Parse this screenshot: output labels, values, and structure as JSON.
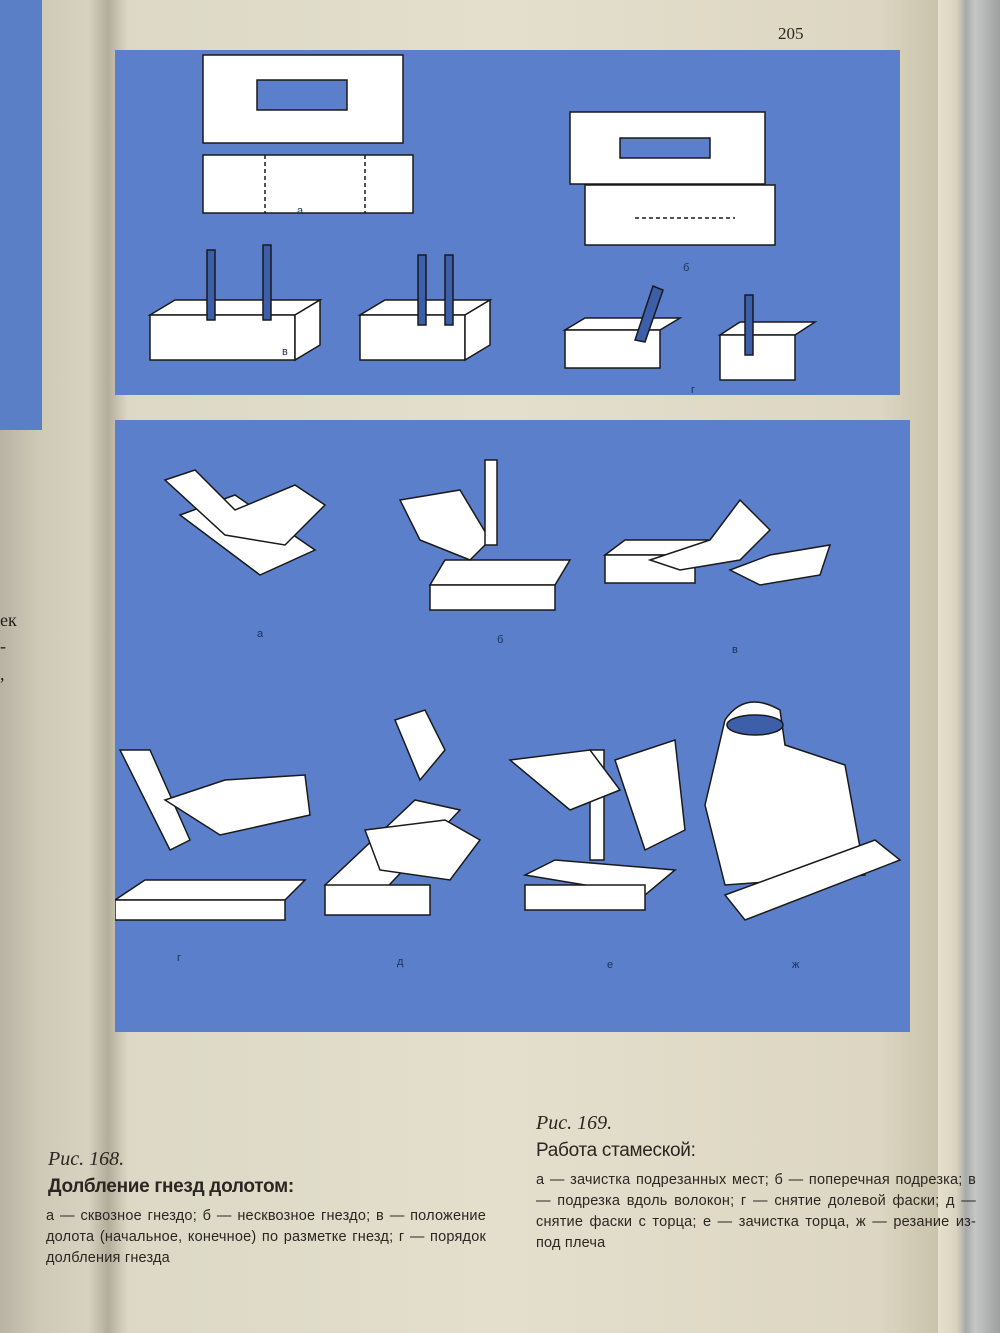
{
  "page_number": "205",
  "left_page_fragments": [
    "ек",
    "-",
    ","
  ],
  "figure_top": {
    "labels": [
      "а",
      "б",
      "в",
      "г"
    ]
  },
  "figure_bottom": {
    "labels": [
      "а",
      "б",
      "в",
      "г",
      "д",
      "е",
      "ж"
    ]
  },
  "caption_168": {
    "number": "Рис. 168.",
    "title": "Долбление гнезд долотом:",
    "text": "а — сквозное гнездо; б — несквозное гнездо; в — положение долота (начальное, конечное) по разметке гнезд; г — порядок долбления гнезда"
  },
  "caption_169": {
    "number": "Рис. 169.",
    "title": "Работа стамеской:",
    "text": "а — зачистка подрезанных мест; б — поперечная подрезка; в — подрезка вдоль волокон; г — снятие долевой фаски; д — снятие фаски с торца; е — зачистка торца, ж — резание из-под плеча"
  },
  "colors": {
    "panel_blue": "#5b7fcb",
    "paper": "#e2ddca"
  }
}
